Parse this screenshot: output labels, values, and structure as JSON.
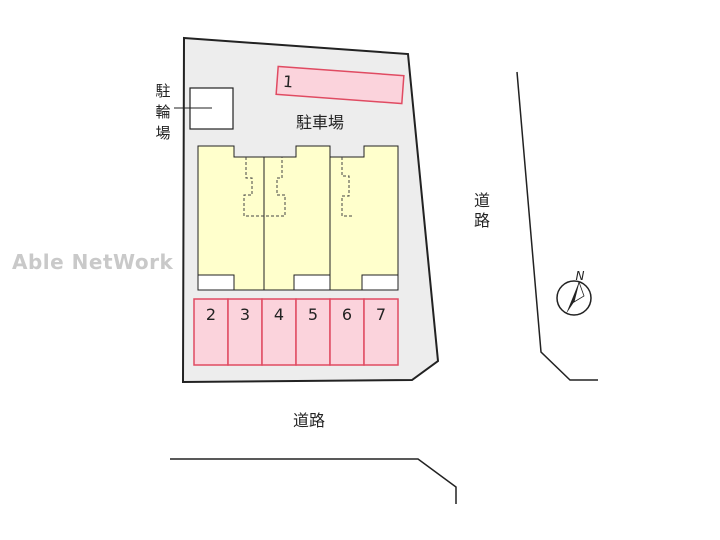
{
  "watermark": "Able NetWork",
  "labels": {
    "parking": "駐車場",
    "bicycle_parking": [
      "駐",
      "輪",
      "場"
    ],
    "road_east": [
      "道",
      "路"
    ],
    "road_south": "道路",
    "north": "N"
  },
  "parking_spaces": [
    "1",
    "2",
    "3",
    "4",
    "5",
    "6",
    "7"
  ],
  "colors": {
    "lot": "#ededed",
    "unit_fill": "#ffffcc",
    "space_fill": "#fbd3dc",
    "space_border": "#e04b62"
  }
}
